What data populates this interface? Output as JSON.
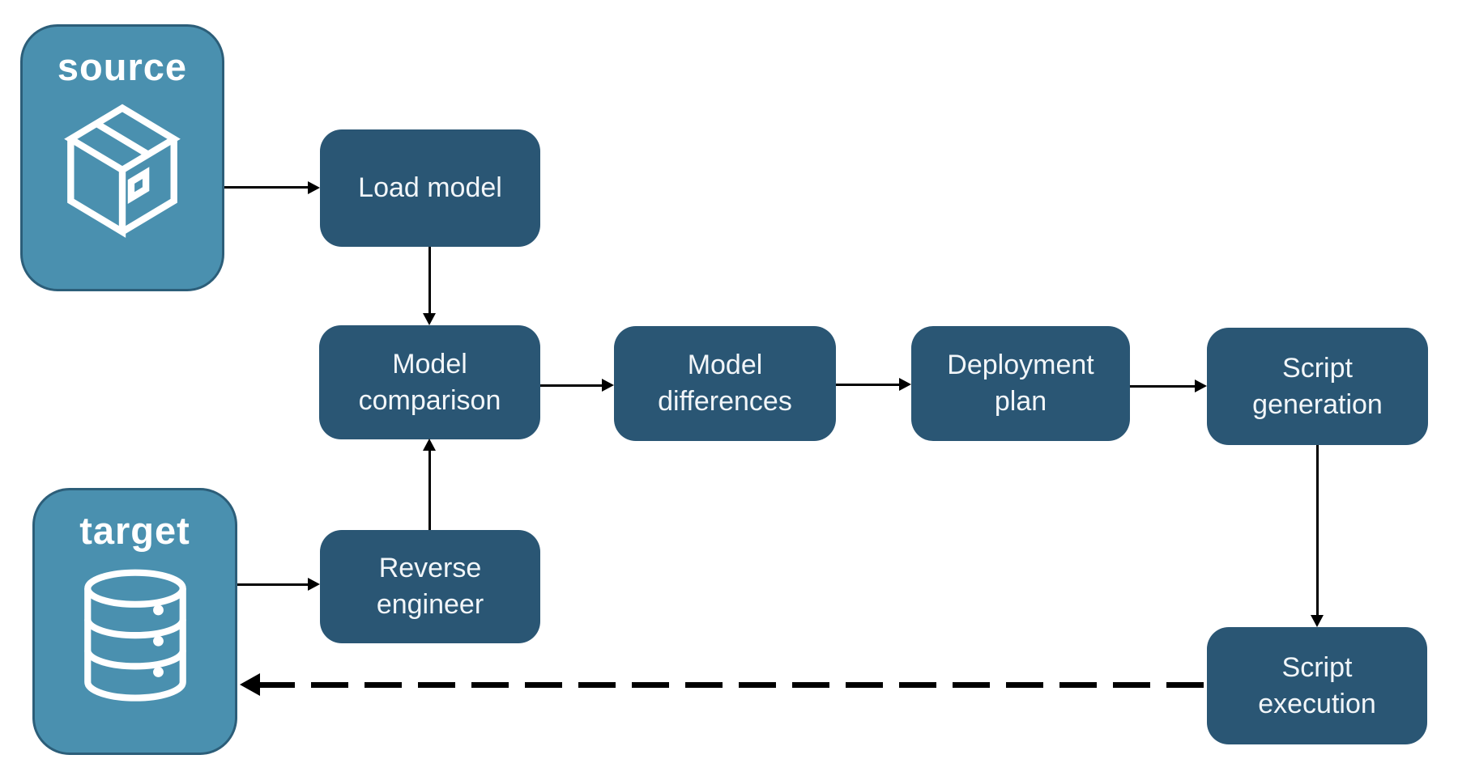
{
  "page": {
    "background": "#ffffff"
  },
  "colors": {
    "process_fill": "#2a5674",
    "process_text": "#f2f6f9",
    "endpoint_fill": "#4a90af",
    "endpoint_border": "#2c5e79",
    "endpoint_text": "#ffffff",
    "connector": "#000000"
  },
  "endpoints": {
    "source": {
      "label": "source",
      "icon": "package-icon"
    },
    "target": {
      "label": "target",
      "icon": "database-icon"
    }
  },
  "processes": {
    "load_model": {
      "label": "Load model"
    },
    "model_comparison": {
      "label": "Model comparison"
    },
    "model_differences": {
      "label": "Model differences"
    },
    "deployment_plan": {
      "label": "Deployment plan"
    },
    "script_generation": {
      "label": "Script generation"
    },
    "reverse_engineer": {
      "label": "Reverse engineer"
    },
    "script_execution": {
      "label": "Script execution"
    }
  },
  "flows": [
    {
      "from": "source",
      "to": "load_model",
      "style": "solid"
    },
    {
      "from": "load_model",
      "to": "model_comparison",
      "style": "solid"
    },
    {
      "from": "target",
      "to": "reverse_engineer",
      "style": "solid"
    },
    {
      "from": "reverse_engineer",
      "to": "model_comparison",
      "style": "solid"
    },
    {
      "from": "model_comparison",
      "to": "model_differences",
      "style": "solid"
    },
    {
      "from": "model_differences",
      "to": "deployment_plan",
      "style": "solid"
    },
    {
      "from": "deployment_plan",
      "to": "script_generation",
      "style": "solid"
    },
    {
      "from": "script_generation",
      "to": "script_execution",
      "style": "solid"
    },
    {
      "from": "script_execution",
      "to": "target",
      "style": "dashed"
    }
  ]
}
